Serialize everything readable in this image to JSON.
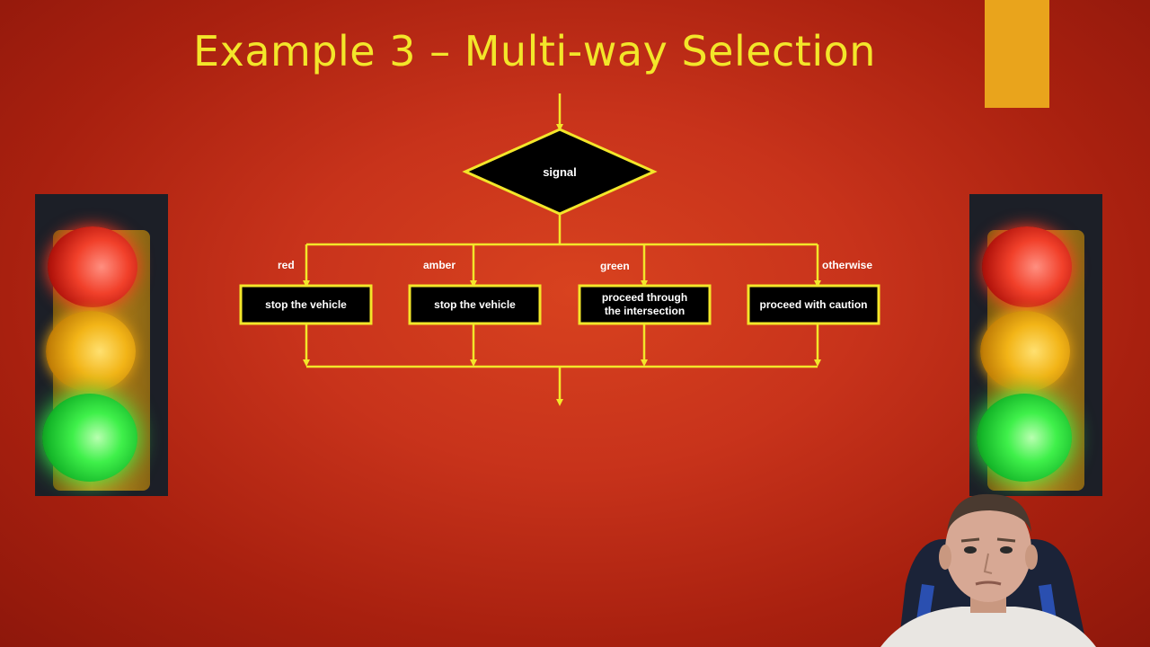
{
  "slide": {
    "title": "Example 3 – Multi-way Selection",
    "accent_color": "#e9a41c",
    "title_color": "#f3e62a"
  },
  "flowchart": {
    "decision": "signal",
    "branches": [
      {
        "label": "red",
        "action": "stop the vehicle"
      },
      {
        "label": "amber",
        "action": "stop the vehicle"
      },
      {
        "label": "green",
        "action": "proceed through the intersection"
      },
      {
        "label": "otherwise",
        "action": "proceed with caution"
      }
    ],
    "line_color": "#f3e62a",
    "box_color": "#000000"
  },
  "images": {
    "left": "traffic-light-photo",
    "right": "traffic-light-photo",
    "presenter": "presenter-webcam"
  }
}
